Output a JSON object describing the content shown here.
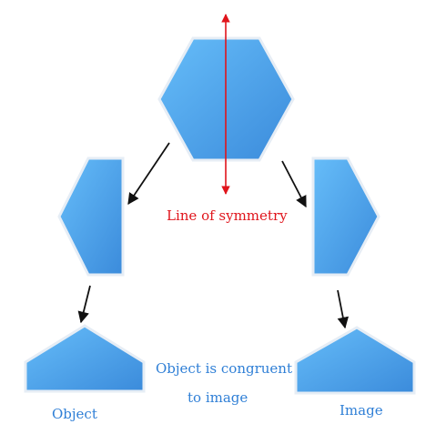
{
  "labels": {
    "line_of_symmetry": "Line of symmetry",
    "congruent_line1": "Object is congruent",
    "congruent_line2": "to image",
    "object": "Object",
    "image": "Image"
  },
  "colors": {
    "shape_light": "#62b9f7",
    "shape_dark": "#3d8ede",
    "shape_edge": "#e8eef5",
    "symmetry_line": "#e0141b",
    "arrow": "#111111",
    "label_blue": "#2f7fd6"
  }
}
